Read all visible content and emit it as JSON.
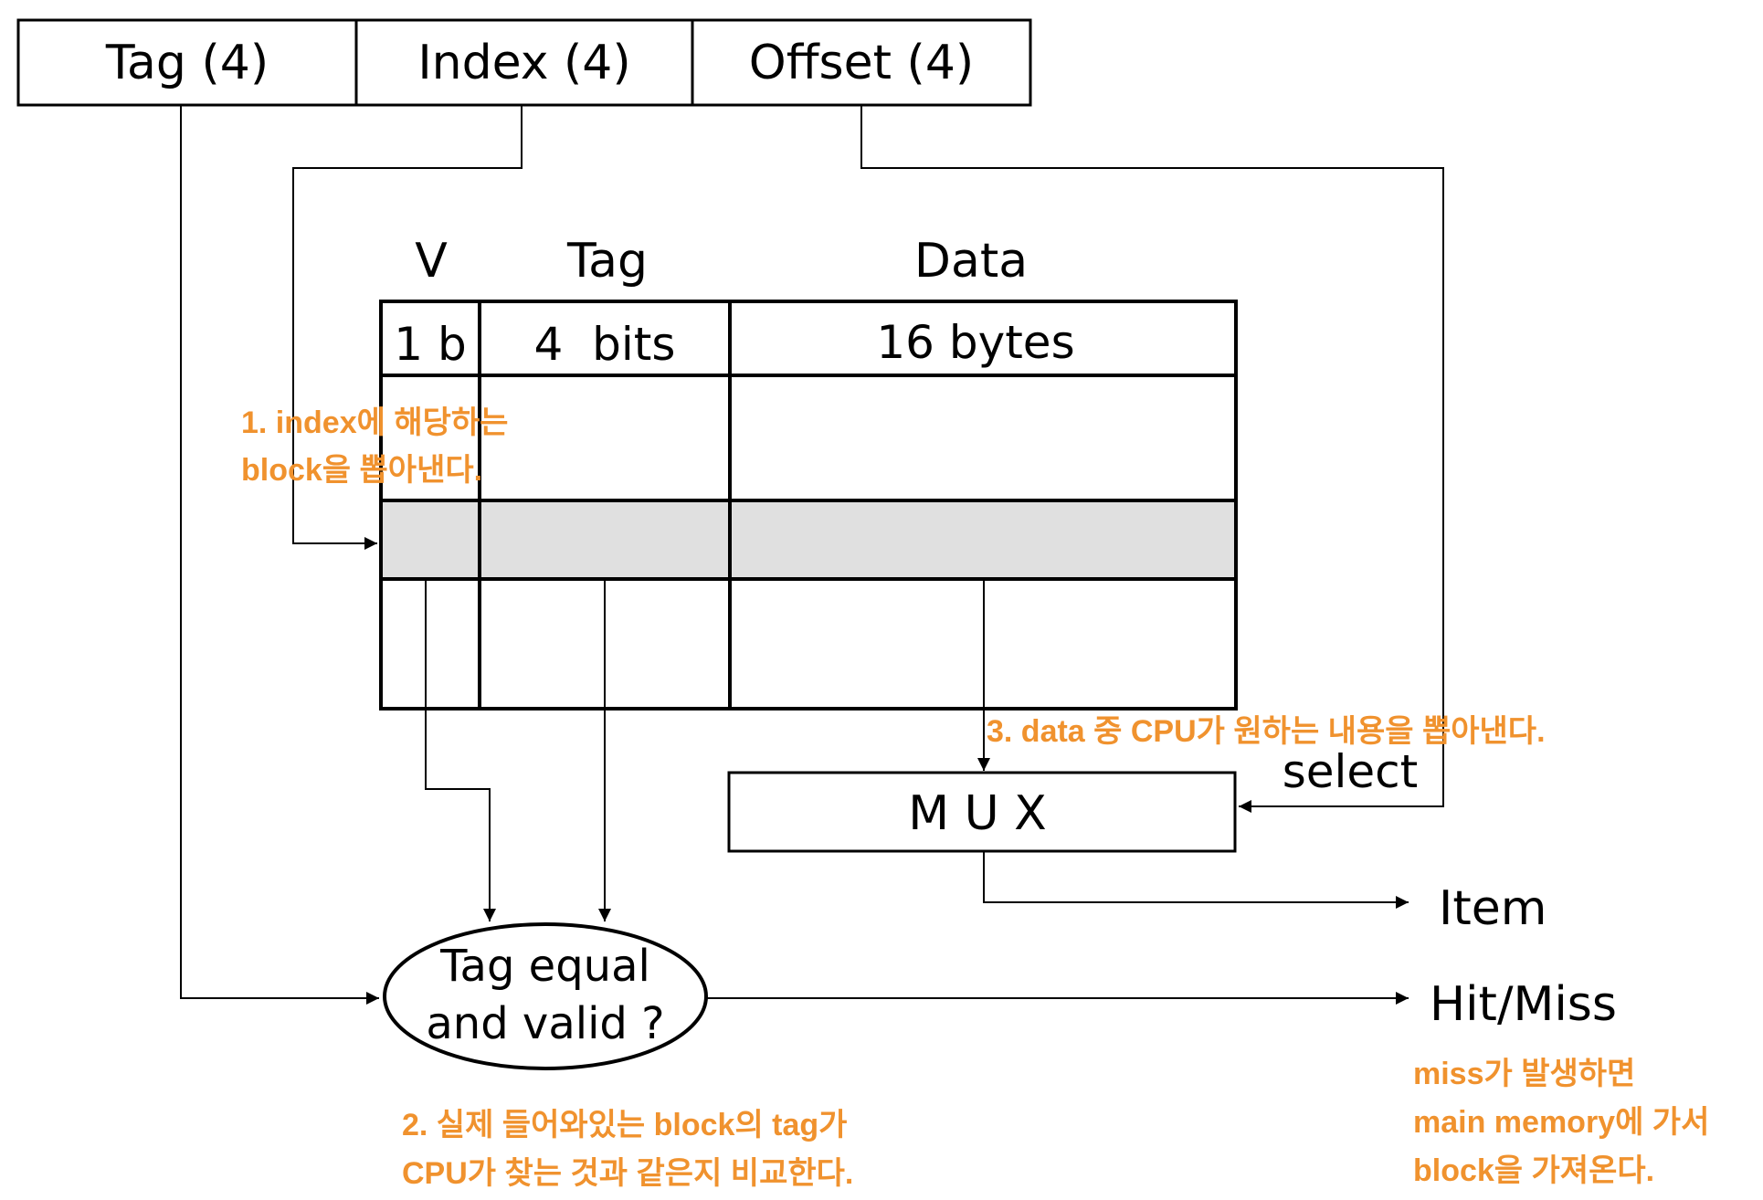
{
  "address_fields": {
    "tag": "Tag (4)",
    "index": "Index (4)",
    "offset": "Offset (4)"
  },
  "cache": {
    "col_v": "V",
    "col_tag": "Tag",
    "col_data": "Data",
    "v_width": "1 b",
    "tag_width": "4  bits",
    "data_width": "16 bytes",
    "highlight_color": "#e0e0e0"
  },
  "mux": {
    "label": "M U X",
    "select": "select"
  },
  "comparator": {
    "line1": "Tag equal",
    "line2": "and valid ?"
  },
  "outputs": {
    "item": "Item",
    "hit_miss": "Hit/Miss"
  },
  "annotations": {
    "color": "#f0922e",
    "step1": [
      "1. index에 해당하는",
      "block을 뽑아낸다."
    ],
    "step2": [
      "2. 실제 들어와있는 block의 tag가",
      "CPU가 찾는 것과 같은지 비교한다."
    ],
    "step3": [
      "3. data 중 CPU가 원하는 내용을 뽑아낸다."
    ],
    "miss": [
      "miss가 발생하면",
      "main memory에 가서",
      "block을 가져온다."
    ]
  }
}
